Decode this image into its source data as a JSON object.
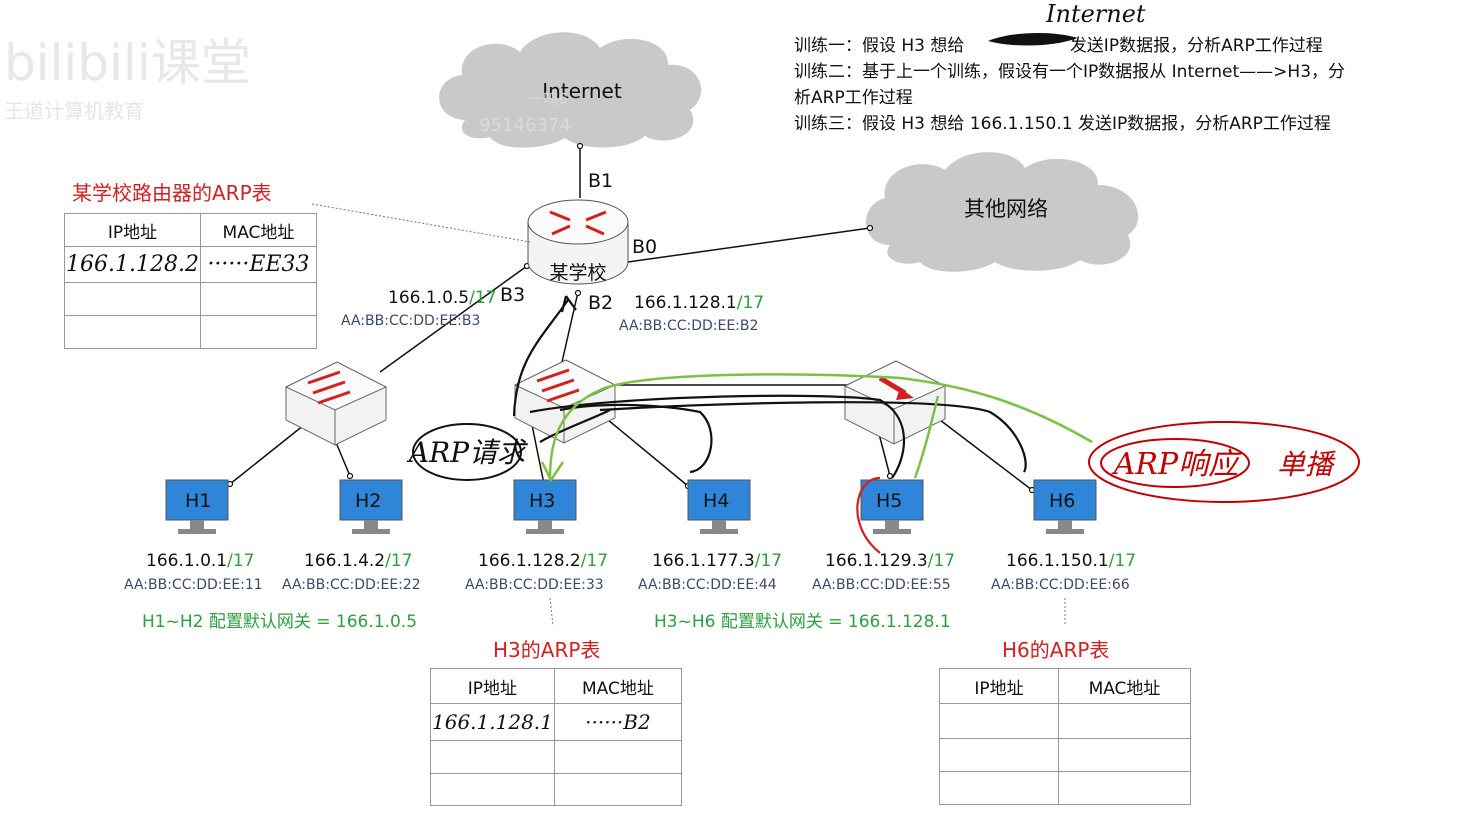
{
  "watermark": {
    "logo": "bilibili课堂",
    "sub": "王道计算机教育"
  },
  "tasks": {
    "t1_a": "训练一：假设 H3 想给 ",
    "t1_b": "发送IP数据报，分析ARP工作过程",
    "t1_hand": "Internet",
    "t2_a": "训练二：基于上一个训练，假设有一个IP数据报从 Internet——>H3，分",
    "t2_b": "析ARP工作过程",
    "t3": "训练三：假设 H3 想给 166.1.150.1 发送IP数据报，分析ARP工作过程"
  },
  "clouds": {
    "internet": "Internet",
    "other": "其他网络",
    "ghost1": "一鸣6",
    "ghost2": "95146374"
  },
  "router": {
    "name": "某学校",
    "ports": {
      "b0": "B0",
      "b1": "B1",
      "b2": "B2",
      "b3": "B3"
    },
    "b3_ip": "166.1.0.5",
    "b3_mask": "/17",
    "b3_mac": "AA:BB:CC:DD:EE:B3",
    "b2_ip": "166.1.128.1",
    "b2_mask": "/17",
    "b2_mac": "AA:BB:CC:DD:EE:B2"
  },
  "router_arp": {
    "title": "某学校路由器的ARP表",
    "headers": [
      "IP地址",
      "MAC地址"
    ],
    "rows": [
      [
        "166.1.128.2",
        "······EE33"
      ],
      [
        "",
        ""
      ],
      [
        "",
        ""
      ]
    ]
  },
  "hosts": [
    {
      "name": "H1",
      "ip": "166.1.0.1",
      "mask": "/17",
      "mac": "AA:BB:CC:DD:EE:11"
    },
    {
      "name": "H2",
      "ip": "166.1.4.2",
      "mask": "/17",
      "mac": "AA:BB:CC:DD:EE:22"
    },
    {
      "name": "H3",
      "ip": "166.1.128.2",
      "mask": "/17",
      "mac": "AA:BB:CC:DD:EE:33"
    },
    {
      "name": "H4",
      "ip": "166.1.177.3",
      "mask": "/17",
      "mac": "AA:BB:CC:DD:EE:44"
    },
    {
      "name": "H5",
      "ip": "166.1.129.3",
      "mask": "/17",
      "mac": "AA:BB:CC:DD:EE:55"
    },
    {
      "name": "H6",
      "ip": "166.1.150.1",
      "mask": "/17",
      "mac": "AA:BB:CC:DD:EE:66"
    }
  ],
  "gateways": {
    "g1": "H1~H2 配置默认网关 = 166.1.0.5",
    "g2": "H3~H6 配置默认网关 = 166.1.128.1"
  },
  "h3_arp": {
    "title": "H3的ARP表",
    "headers": [
      "IP地址",
      "MAC地址"
    ],
    "rows": [
      [
        "166.1.128.1",
        "······B2"
      ],
      [
        "",
        ""
      ],
      [
        "",
        ""
      ]
    ]
  },
  "h6_arp": {
    "title": "H6的ARP表",
    "headers": [
      "IP地址",
      "MAC地址"
    ],
    "rows": [
      [
        "",
        ""
      ],
      [
        "",
        ""
      ],
      [
        "",
        ""
      ]
    ]
  },
  "annotations": {
    "arp_request": "ARP请求",
    "arp_reply": "ARP响应",
    "unicast": "单播"
  },
  "colors": {
    "host_blue": "#2f86d8",
    "red": "#d22020",
    "green": "#2e9e3e",
    "ink": "#111111"
  }
}
